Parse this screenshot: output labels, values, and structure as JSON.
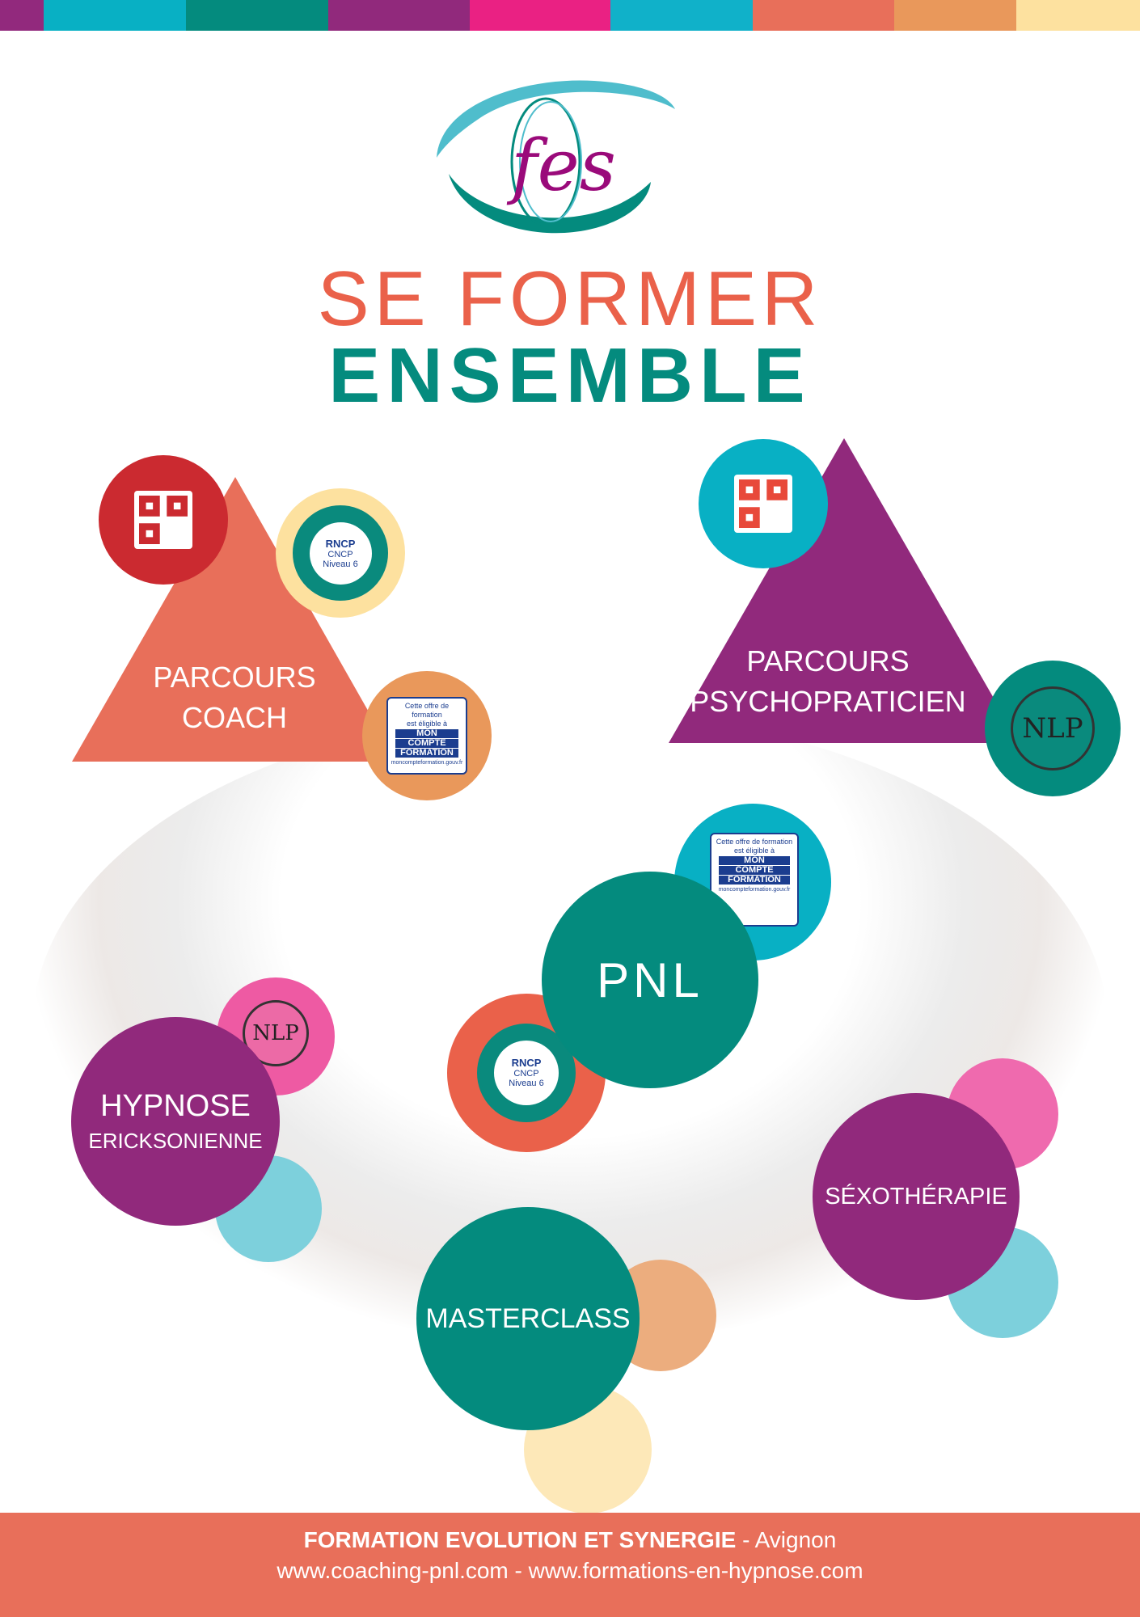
{
  "stripe_colors": [
    "#92297d",
    "#08b0c4",
    "#048b7e",
    "#91297c",
    "#ea2183",
    "#10b1c9",
    "#e86f5a",
    "#e9985b",
    "#fde19f"
  ],
  "logo": {
    "text": "fes",
    "colors": {
      "arc_top": "#4fbdcc",
      "arc_bottom": "#048b7e",
      "letters": "#9a0a7a"
    }
  },
  "headline": {
    "line1": "SE FORMER",
    "line2": "ENSEMBLE",
    "line1_color": "#ea614a",
    "line2_color": "#048b7e"
  },
  "programs": {
    "coach": {
      "line1": "PARCOURS",
      "line2": "COACH",
      "color": "#e86f5a"
    },
    "psycho": {
      "line1": "PARCOURS",
      "line2": "PSYCHOPRATICIEN",
      "color": "#91297c"
    },
    "pnl": {
      "label": "PNL",
      "color": "#048b7e"
    },
    "hypnose": {
      "line1": "HYPNOSE",
      "line2": "ERICKSONIENNE",
      "color": "#91297c"
    },
    "sexo": {
      "label": "SÉXOTHÉRAPIE",
      "color": "#91297c"
    },
    "masterclass": {
      "label": "MASTERCLASS",
      "color": "#048b7e"
    }
  },
  "badges": {
    "rncp": {
      "top": "RNCP",
      "bottom": "Niveau 6",
      "mark": "CNCP"
    },
    "mon_compte": {
      "line1": "Cette offre de formation",
      "line2": "est éligible à",
      "mon": "MON",
      "compte": "COMPTE",
      "formation": "FORMATION",
      "url": "moncompteformation.gouv.fr"
    },
    "nlp": {
      "mark": "NLP"
    }
  },
  "footer": {
    "org": "FORMATION EVOLUTION ET SYNERGIE",
    "city": " - Avignon",
    "links": "www.coaching-pnl.com - www.formations-en-hypnose.com"
  }
}
